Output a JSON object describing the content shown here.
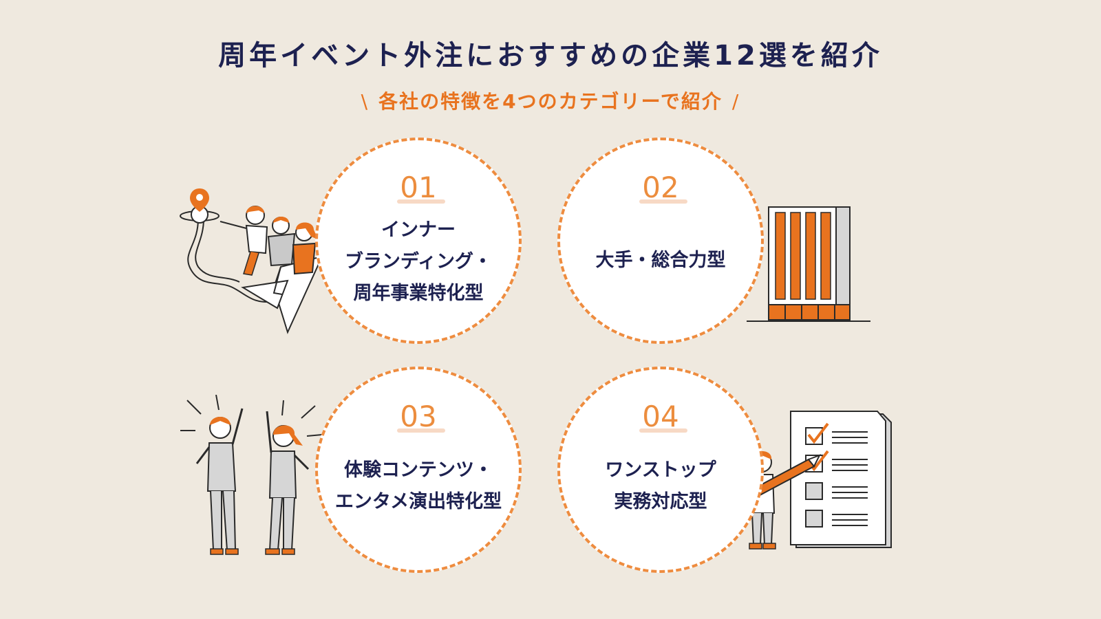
{
  "header": {
    "title": "周年イベント外注におすすめの企業12選を紹介",
    "subtitle": "各社の特徴を4つのカテゴリーで紹介",
    "slash_left": "\\",
    "slash_right": "/"
  },
  "categories": [
    {
      "number": "01",
      "lines": [
        "インナー",
        "ブランディング・",
        "周年事業特化型"
      ]
    },
    {
      "number": "02",
      "lines": [
        "大手・総合力型"
      ]
    },
    {
      "number": "03",
      "lines": [
        "体験コンテンツ・",
        "エンタメ演出特化型"
      ]
    },
    {
      "number": "04",
      "lines": [
        "ワンストップ",
        "実務対応型"
      ]
    }
  ],
  "colors": {
    "background": "#efe9df",
    "navy": "#1d2150",
    "orange": "#e8731f",
    "dash": "#ee8c3f"
  },
  "icons": [
    "team-on-paper-plane-icon",
    "office-building-icon",
    "cheering-people-icon",
    "checklist-with-pencil-icon"
  ]
}
